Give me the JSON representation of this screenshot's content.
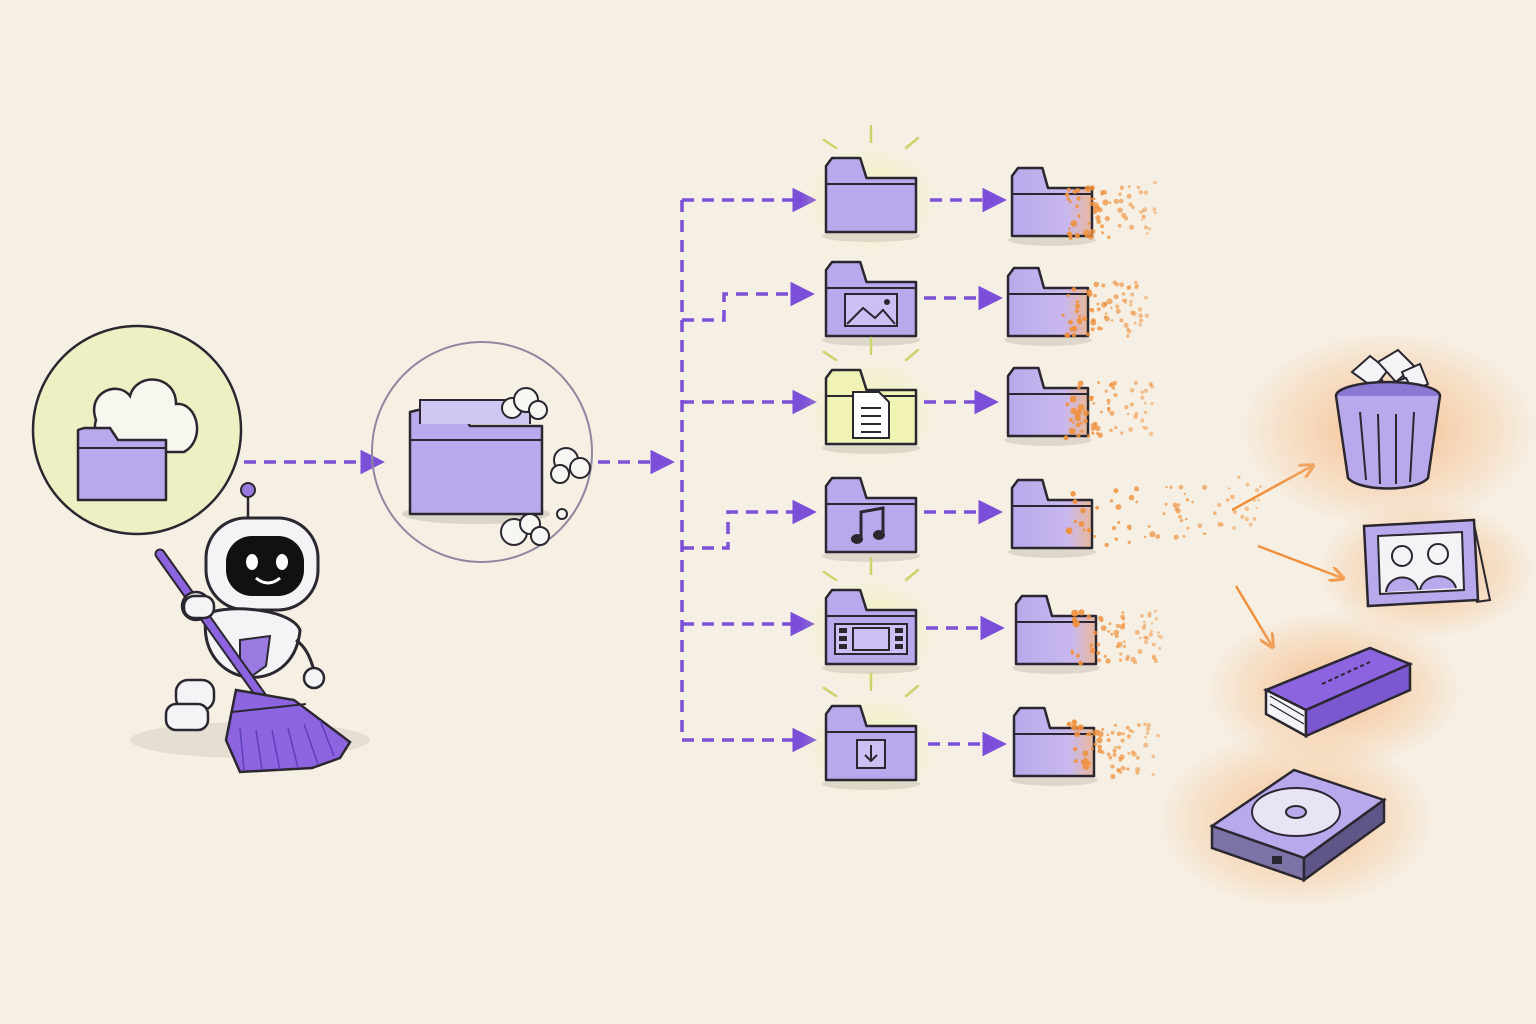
{
  "colors": {
    "background": "#f6f0e4",
    "folder_fill": "#b8a9ec",
    "folder_fill_light": "#cbbff3",
    "folder_tab": "#a897e6",
    "ink": "#2a2730",
    "arrow": "#7b4fd8",
    "orange": "#f0903c",
    "highlight": "#f1f3b4",
    "robot_body": "#f4f3f6",
    "robot_face": "#111111"
  },
  "stages": {
    "source": {
      "icon": "cloud-folder-icon"
    },
    "cleanup": {
      "icon": "dusty-folder-icon"
    },
    "categories": [
      {
        "key": "generic",
        "icon": "folder-icon",
        "highlighted": true
      },
      {
        "key": "images",
        "icon": "image-folder-icon",
        "highlighted": false
      },
      {
        "key": "documents",
        "icon": "document-folder-icon",
        "highlighted": true
      },
      {
        "key": "music",
        "icon": "music-folder-icon",
        "highlighted": false
      },
      {
        "key": "video",
        "icon": "video-folder-icon",
        "highlighted": true
      },
      {
        "key": "downloads",
        "icon": "download-folder-icon",
        "highlighted": true
      }
    ],
    "outputs": [
      "trash-bin-icon",
      "photo-frame-icon",
      "book-icon",
      "hard-drive-icon"
    ]
  }
}
